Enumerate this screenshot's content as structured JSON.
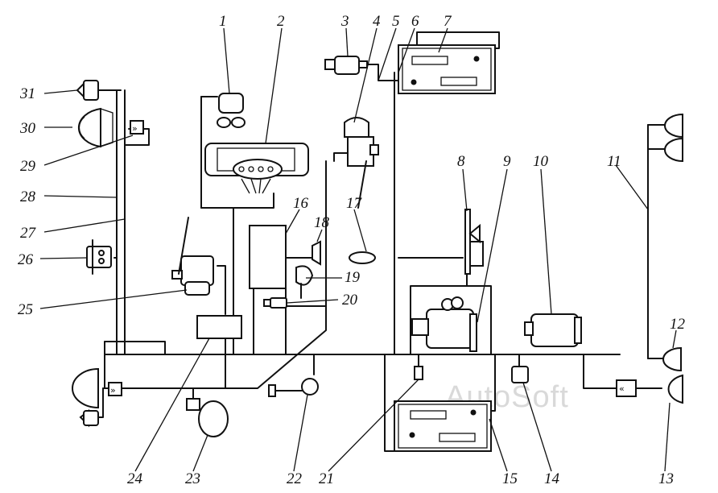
{
  "diagram": {
    "labels": [
      "1",
      "2",
      "3",
      "4",
      "5",
      "6",
      "7",
      "8",
      "9",
      "10",
      "11",
      "12",
      "13",
      "14",
      "15",
      "16",
      "17",
      "18",
      "19",
      "20",
      "21",
      "22",
      "23",
      "24",
      "25",
      "26",
      "27",
      "28",
      "29",
      "30",
      "31"
    ],
    "watermark": "AutoSoft"
  }
}
